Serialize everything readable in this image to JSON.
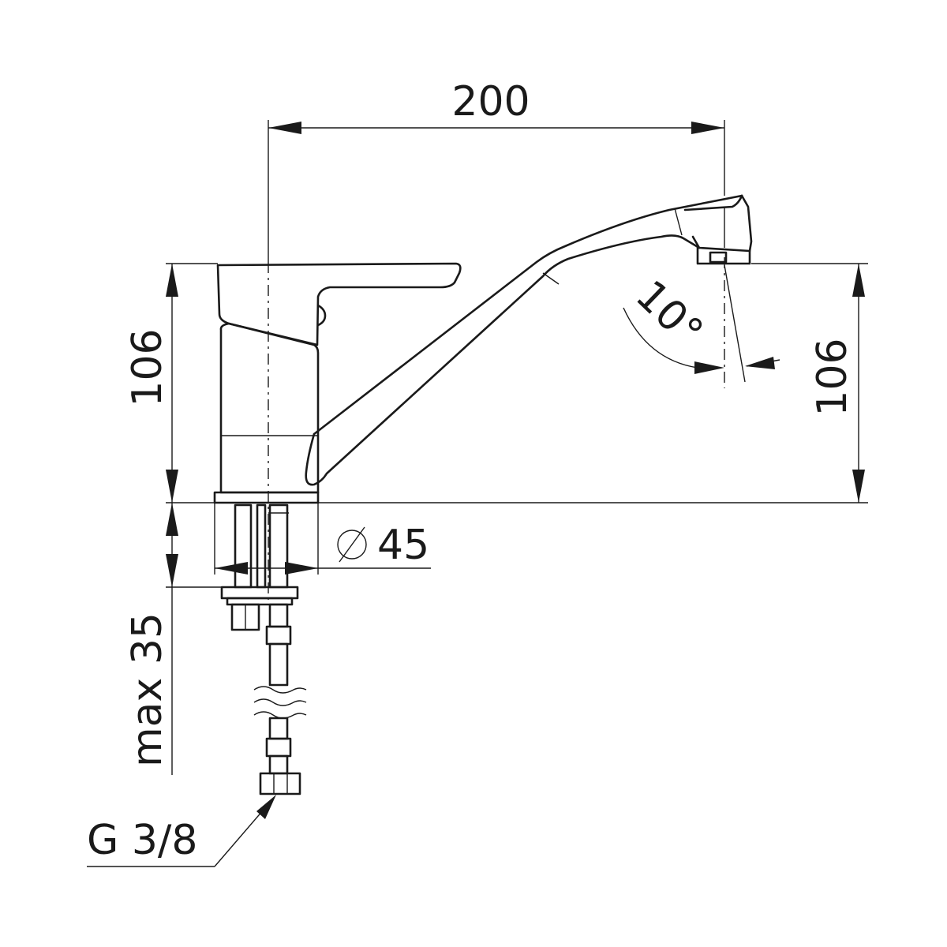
{
  "drawing": {
    "dimensions": {
      "spout_reach": "200",
      "body_height": "106",
      "spout_height": "106",
      "spout_tilt": "10°",
      "base_diameter_symbol": "⌀",
      "base_diameter": "45",
      "max_counter_thickness": "max 35",
      "hose_thread": "G 3/8"
    },
    "colors": {
      "line": "#1a1a1a",
      "background": "#ffffff"
    }
  }
}
